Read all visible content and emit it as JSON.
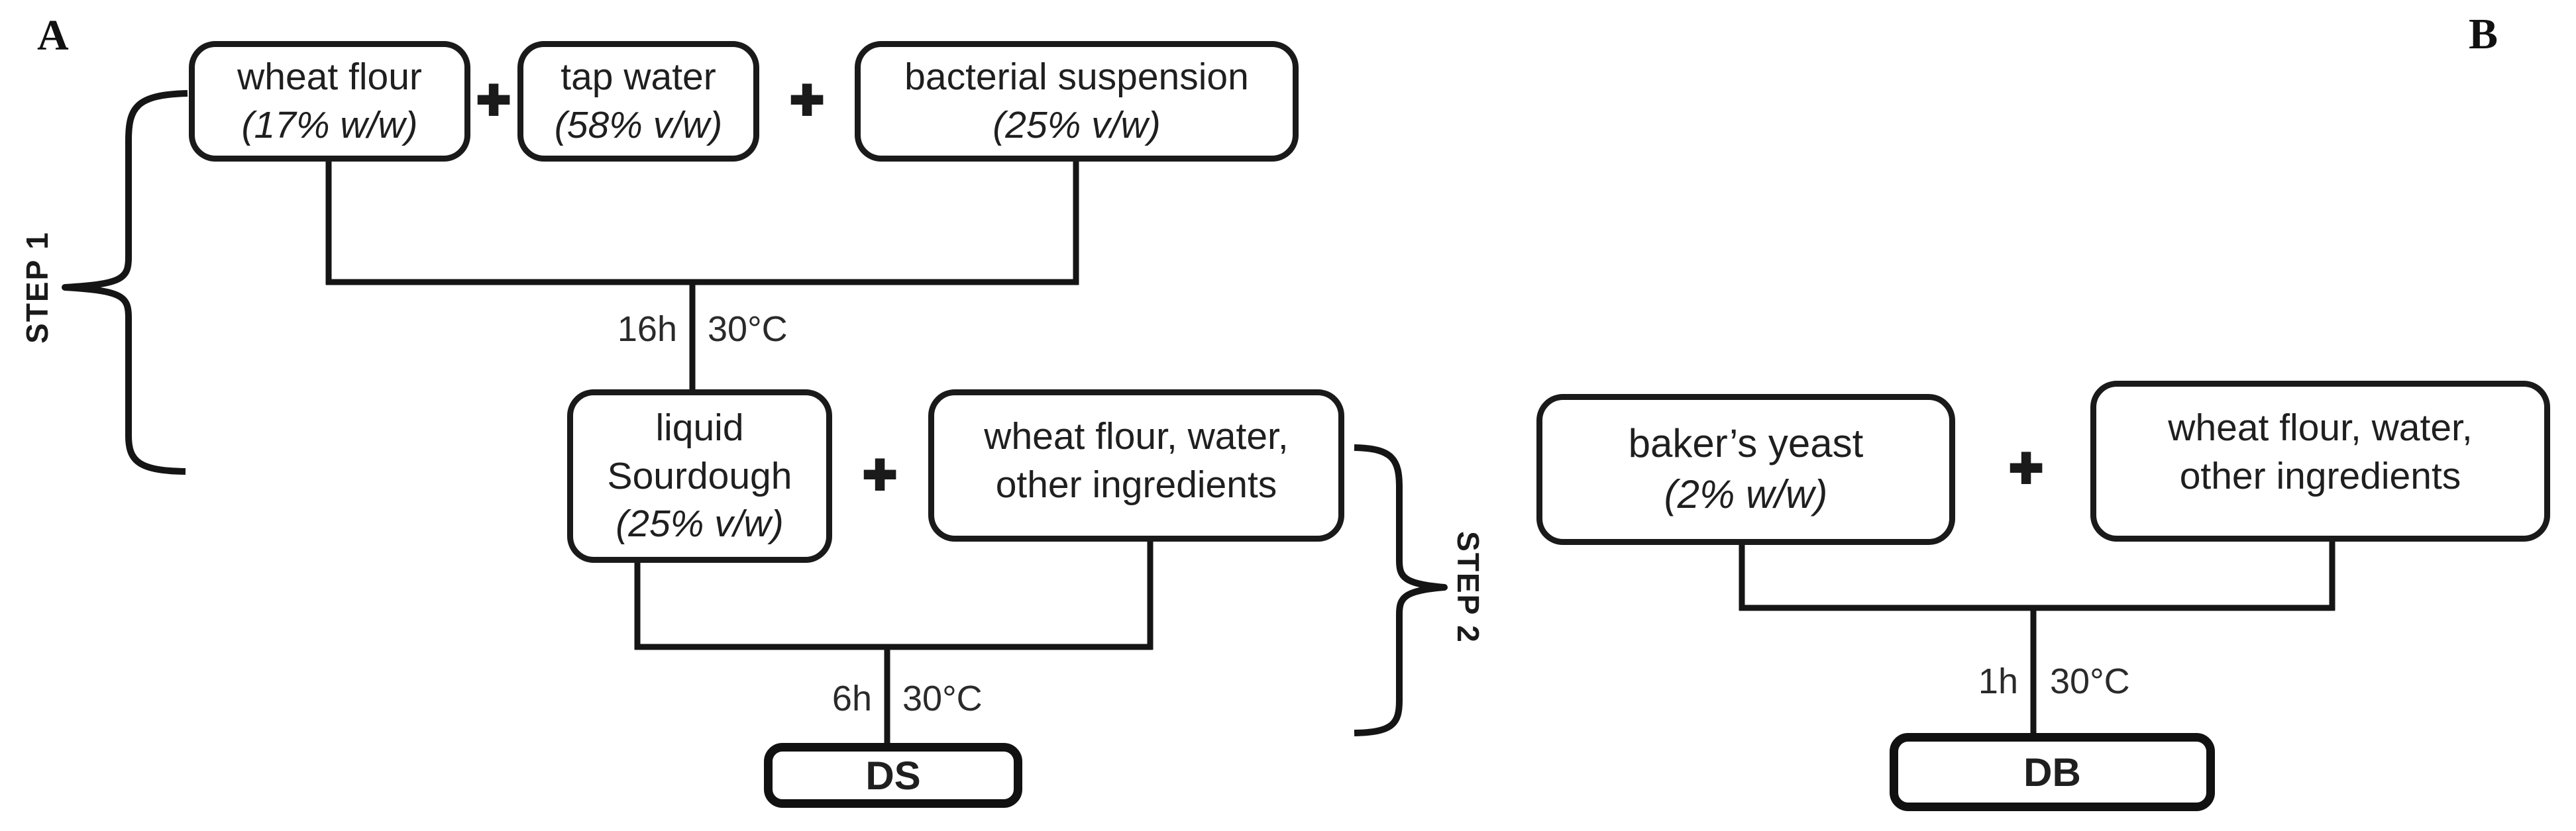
{
  "icons": {
    "plus": "✚"
  },
  "colors": {
    "ink": "#1a1a1a",
    "background": "#ffffff"
  },
  "panel_a": {
    "label": "A",
    "step1_label": "STEP 1",
    "step2_label": "STEP 2",
    "box_wheat_flour": {
      "line1": "wheat flour",
      "line2": "(17% w/w)"
    },
    "box_tap_water": {
      "line1": "tap water",
      "line2": "(58% v/w)"
    },
    "box_bacterial_suspension": {
      "line1": "bacterial suspension",
      "line2": "(25% v/w)"
    },
    "box_liquid_sourdough": {
      "line1": "liquid",
      "line2": "Sourdough",
      "line3": "(25% v/w)"
    },
    "box_ingredients": {
      "line1": "wheat flour, water,",
      "line2": "other ingredients"
    },
    "ferment1_time": "16h",
    "ferment1_temp": "30°C",
    "ferment2_time": "6h",
    "ferment2_temp": "30°C",
    "result_box": "DS"
  },
  "panel_b": {
    "label": "B",
    "box_bakers_yeast": {
      "line1": "baker’s yeast",
      "line2": "(2% w/w)"
    },
    "box_ingredients": {
      "line1": "wheat flour, water,",
      "line2": "other ingredients"
    },
    "ferment_time": "1h",
    "ferment_temp": "30°C",
    "result_box": "DB"
  }
}
